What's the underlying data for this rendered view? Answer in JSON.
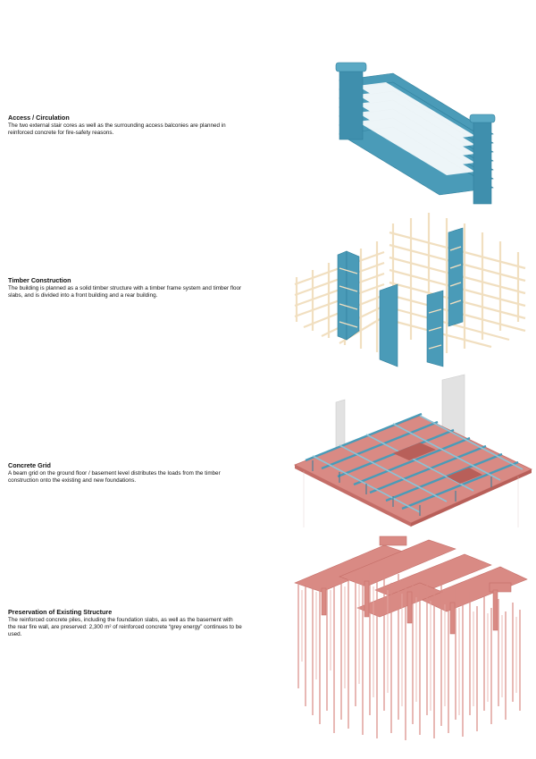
{
  "sections": [
    {
      "title": "Access / Circulation",
      "text": "The two external stair cores as well as the surrounding access balconies are planned in reinforced concrete for fire-safety reasons."
    },
    {
      "title": "Timber Construction",
      "text": "The building is planned as a solid timber structure with a timber frame system and timber floor slabs, and is divided into a front building and a rear building."
    },
    {
      "title": "Concrete Grid",
      "text": "A beam grid on the ground floor / basement level distributes the loads from the timber construction onto the existing and new foundations."
    },
    {
      "title": "Preservation of Existing Structure",
      "text": "The reinforced concrete piles, including the foundation slabs, as well as the basement with the rear fire wall, are preserved: 2,300 m² of reinforced concrete “grey energy” continues to be used."
    }
  ],
  "colors": {
    "concrete_blue": "#4a9bb8",
    "concrete_blue_dark": "#2f7f9c",
    "timber": "#f1dfc0",
    "foundation_red": "#d98a84",
    "foundation_red_dark": "#c46d67",
    "wall_grey": "#e2e2e2"
  }
}
